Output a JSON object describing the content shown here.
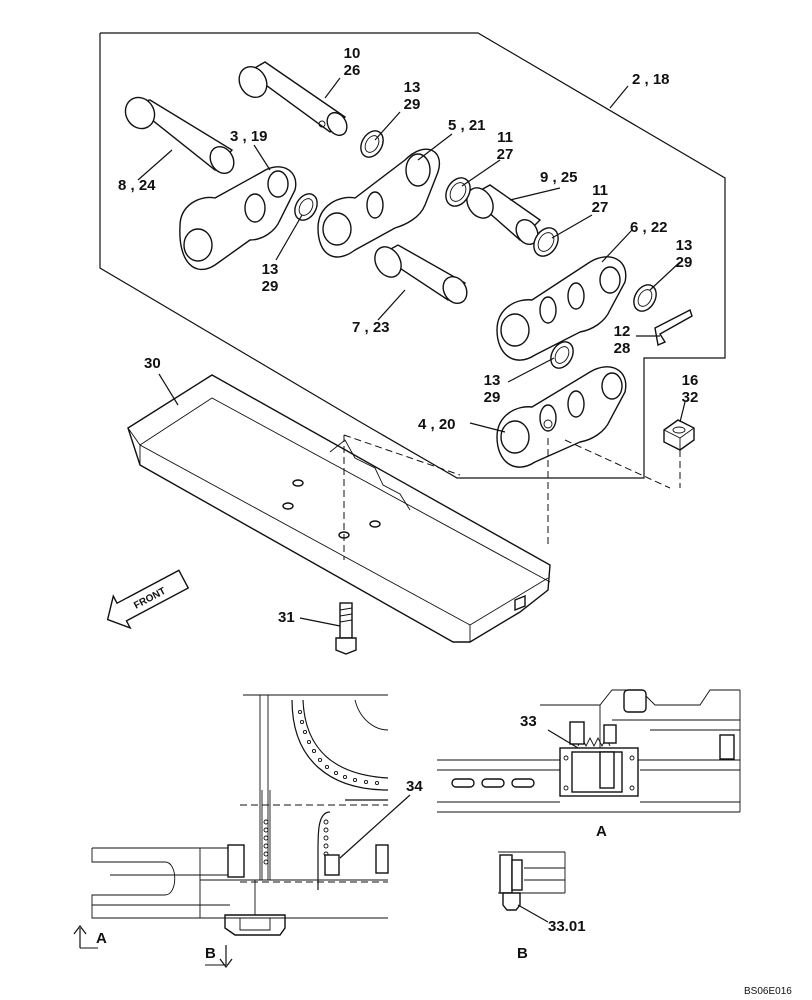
{
  "callouts": {
    "c10_26": [
      "10",
      "26"
    ],
    "c13_29_a": [
      "13",
      "29"
    ],
    "c2_18": "2 , 18",
    "c3_19": "3 , 19",
    "c5_21": "5 , 21",
    "c11_27_a": [
      "11",
      "27"
    ],
    "c8_24": "8 , 24",
    "c9_25": "9 , 25",
    "c11_27_b": [
      "11",
      "27"
    ],
    "c13_29_b": [
      "13",
      "29"
    ],
    "c6_22": "6 , 22",
    "c13_29_c": [
      "13",
      "29"
    ],
    "c7_23": "7 , 23",
    "c12_28": [
      "12",
      "28"
    ],
    "c30": "30",
    "c13_29_d": [
      "13",
      "29"
    ],
    "c16_32": [
      "16",
      "32"
    ],
    "c4_20": "4 , 20",
    "c31": "31",
    "c33": "33",
    "c34": "34",
    "c33_01": "33.01"
  },
  "front_label": "FRONT",
  "views": {
    "view_a_caption": "A",
    "view_b_caption": "B",
    "section_a_marker": "A",
    "section_b_marker": "B"
  },
  "drawing_code": "BS06E016"
}
